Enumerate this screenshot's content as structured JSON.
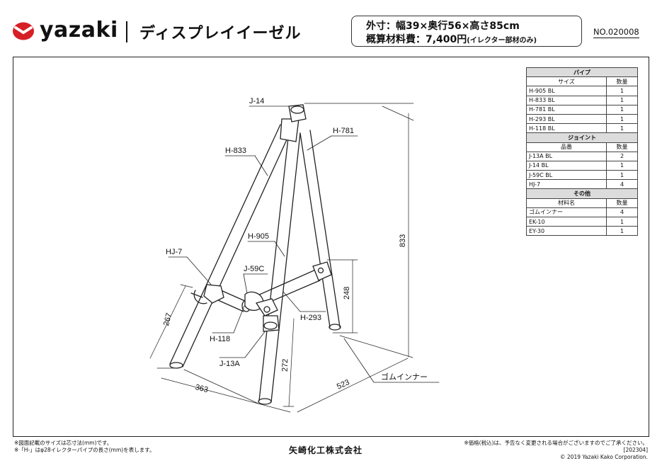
{
  "header": {
    "brand": "yazaki",
    "product_title": "ディスプレイイーゼル",
    "spec_line1": "外寸：幅39×奥行56×高さ85cm",
    "spec_line2": "概算材料費：7,400円",
    "spec_line2_note": "(イレクター部材のみ)",
    "doc_number": "NO.020008"
  },
  "drawing": {
    "part_labels": {
      "j14": "J-14",
      "h833": "H-833",
      "h781": "H-781",
      "hj7": "HJ-7",
      "h905": "H-905",
      "j59c": "J-59C",
      "h293": "H-293",
      "h118": "H-118",
      "j13a": "J-13A",
      "rubber": "ゴムインナー"
    },
    "dimensions": {
      "height": "833",
      "d248": "248",
      "d267": "267",
      "d272": "272",
      "d363": "363",
      "d523": "523"
    }
  },
  "parts_table": {
    "qty_header": "数量",
    "groups": [
      {
        "category": "パイプ",
        "col_header": "サイズ",
        "rows": [
          {
            "name": "H-905 BL",
            "qty": "1"
          },
          {
            "name": "H-833 BL",
            "qty": "1"
          },
          {
            "name": "H-781 BL",
            "qty": "1"
          },
          {
            "name": "H-293 BL",
            "qty": "1"
          },
          {
            "name": "H-118 BL",
            "qty": "1"
          }
        ]
      },
      {
        "category": "ジョイント",
        "col_header": "品番",
        "rows": [
          {
            "name": "J-13A BL",
            "qty": "2"
          },
          {
            "name": "J-14 BL",
            "qty": "1"
          },
          {
            "name": "J-59C BL",
            "qty": "1"
          },
          {
            "name": "HJ-7",
            "qty": "4"
          }
        ]
      },
      {
        "category": "その他",
        "col_header": "材料名",
        "rows": [
          {
            "name": "ゴムインナー",
            "qty": "4"
          },
          {
            "name": "EK-10",
            "qty": "1"
          },
          {
            "name": "EY-30",
            "qty": "1"
          }
        ]
      }
    ]
  },
  "footer": {
    "note1": "※図面記載のサイズは芯寸法(mm)です。",
    "note2": "※「H-」はφ28イレクターパイプの長さ(mm)を表します。",
    "company": "矢崎化工株式会社",
    "disclaimer1": "※価格(税込)は、予告なく変更される場合がございますのでご了承ください。[202304]",
    "copyright": "© 2019 Yazaki Kako Corporation."
  }
}
